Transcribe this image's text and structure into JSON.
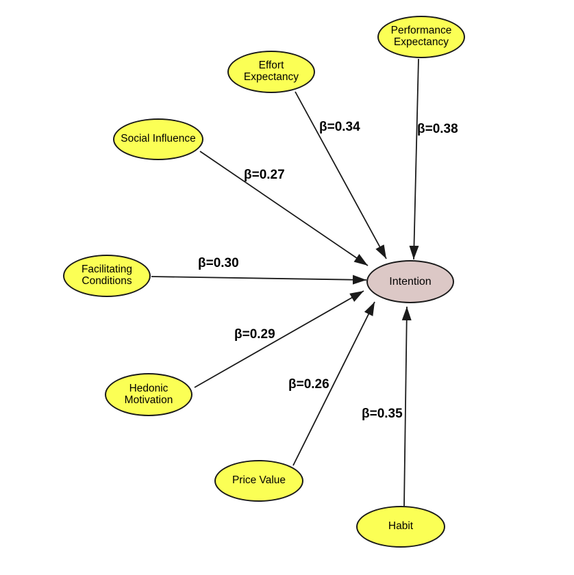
{
  "colors": {
    "predictor_fill": "#FBFF55",
    "outcome_fill": "#DCC8C6",
    "stroke": "#1A1A1A",
    "text": "#000000",
    "background": "#FFFFFF"
  },
  "diagram": {
    "type": "path-model",
    "outcome": "Intention",
    "nodes": [
      {
        "id": "performance-expectancy",
        "label": "Performance\nExpectancy",
        "role": "predictor"
      },
      {
        "id": "effort-expectancy",
        "label": "Effort\nExpectancy",
        "role": "predictor"
      },
      {
        "id": "social-influence",
        "label": "Social Influence",
        "role": "predictor"
      },
      {
        "id": "facilitating-conditions",
        "label": "Facilitating\nConditions",
        "role": "predictor"
      },
      {
        "id": "hedonic-motivation",
        "label": "Hedonic\nMotivation",
        "role": "predictor"
      },
      {
        "id": "price-value",
        "label": "Price Value",
        "role": "predictor"
      },
      {
        "id": "habit",
        "label": "Habit",
        "role": "predictor"
      },
      {
        "id": "intention",
        "label": "Intention",
        "role": "outcome"
      }
    ],
    "edges": [
      {
        "from": "Performance Expectancy",
        "to": "Intention",
        "beta": 0.38,
        "beta_label": "β=0.38"
      },
      {
        "from": "Effort Expectancy",
        "to": "Intention",
        "beta": 0.34,
        "beta_label": "β=0.34"
      },
      {
        "from": "Social Influence",
        "to": "Intention",
        "beta": 0.27,
        "beta_label": "β=0.27"
      },
      {
        "from": "Facilitating Conditions",
        "to": "Intention",
        "beta": 0.3,
        "beta_label": "β=0.30"
      },
      {
        "from": "Hedonic Motivation",
        "to": "Intention",
        "beta": 0.29,
        "beta_label": "β=0.29"
      },
      {
        "from": "Price Value",
        "to": "Intention",
        "beta": 0.26,
        "beta_label": "β=0.26"
      },
      {
        "from": "Habit",
        "to": "Intention",
        "beta": 0.35,
        "beta_label": "β=0.35"
      }
    ]
  }
}
